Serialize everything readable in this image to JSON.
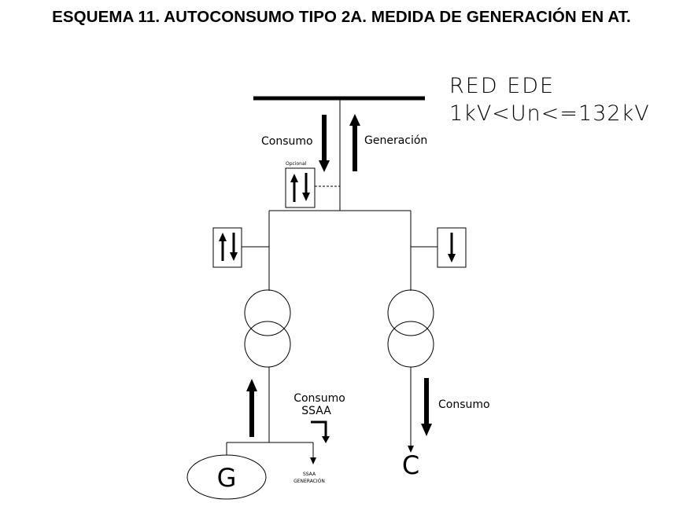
{
  "title": "ESQUEMA 11. AUTOCONSUMO TIPO 2A. MEDIDA DE GENERACIÓN EN AT.",
  "grid": {
    "name": "RED EDE",
    "voltage": "1kV<Un<=132kV"
  },
  "labels": {
    "consumo_top": "Consumo",
    "generacion_top": "Generación",
    "opcional": "Opcional",
    "consumo_ssaa_line1": "Consumo",
    "consumo_ssaa_line2": "SSAA",
    "consumo_right": "Consumo",
    "ssaa_gen_line1": "SSAA",
    "ssaa_gen_line2": "GENERACIÓN",
    "generator": "G",
    "consumer": "C"
  }
}
